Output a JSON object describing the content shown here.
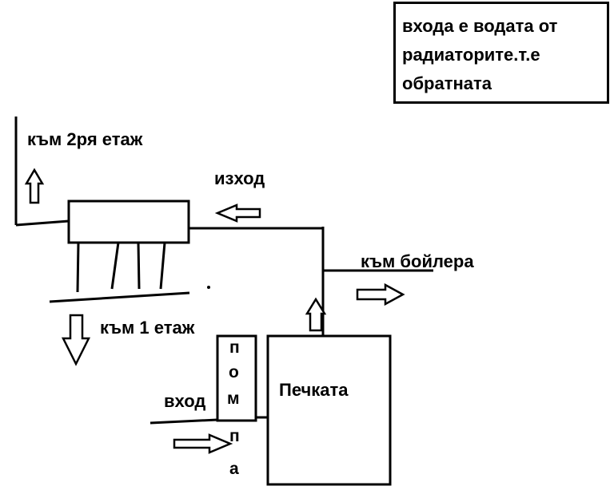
{
  "note": {
    "line1": "входа е водата от",
    "line2": "радиаторите.т.е",
    "line3": "обратната"
  },
  "labels": {
    "to_floor2": "към 2ря етаж",
    "outlet": "изход",
    "to_boiler": "към бойлера",
    "to_floor1": "към 1 етаж",
    "inlet": "вход",
    "stove": "Печката",
    "pump_letters": [
      "п",
      "о",
      "м",
      "п",
      "а"
    ]
  },
  "colors": {
    "stroke": "#000000",
    "background": "#ffffff"
  }
}
